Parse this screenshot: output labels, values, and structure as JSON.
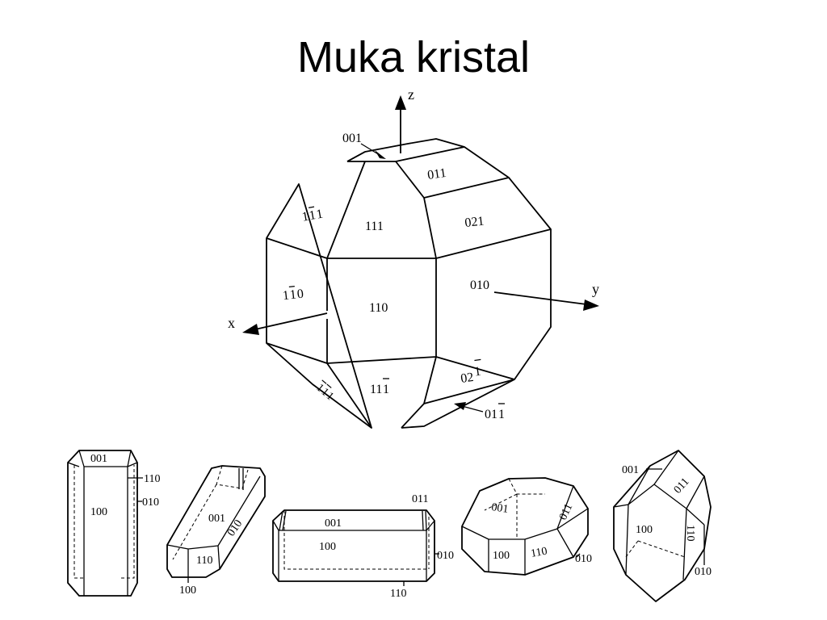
{
  "slide": {
    "title": "Muka kristal"
  },
  "main_crystal": {
    "axes": {
      "x": "x",
      "y": "y",
      "z": "z"
    },
    "faces": {
      "f001": "001",
      "f011": "011",
      "f1m11": "1",
      "f1m11_a": "1",
      "f1m11_b": "1",
      "f111": "111",
      "f021": "021",
      "f1m10": "1",
      "f1m10_a": "1",
      "f1m10_b": "0",
      "f110": "110",
      "f010": "010",
      "f11m1": "11",
      "f11m1_b": "1",
      "f02m1": "02",
      "f02m1_b": "1",
      "f01m1": "01",
      "f01m1_b": "1",
      "fm1m1": "1",
      "fm1m1_b": "1",
      "fm1m1_c": "1"
    }
  },
  "small_crystals": [
    {
      "labels": [
        "001",
        "110",
        "010",
        "100"
      ]
    },
    {
      "labels": [
        "001",
        "010",
        "110",
        "100"
      ]
    },
    {
      "labels": [
        "011",
        "001",
        "100",
        "010",
        "110"
      ]
    },
    {
      "labels": [
        "001",
        "011",
        "100",
        "110",
        "010"
      ]
    },
    {
      "labels": [
        "001",
        "011",
        "100",
        "110",
        "010"
      ]
    }
  ]
}
